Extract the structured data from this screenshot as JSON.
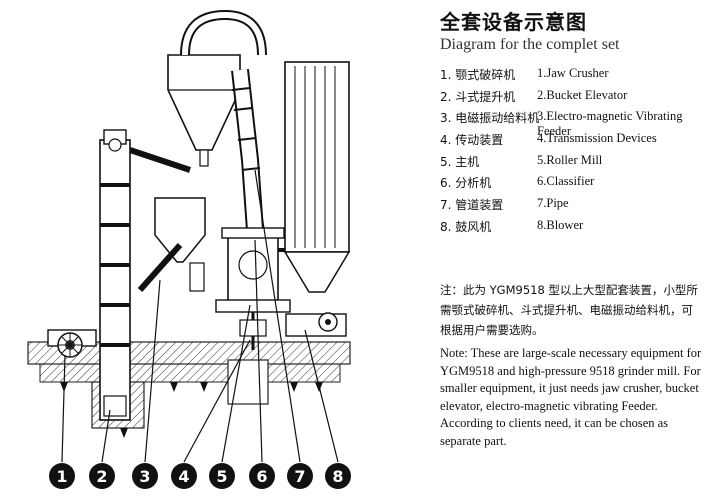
{
  "heading": {
    "title_cn": "全套设备示意图",
    "title_en": "Diagram for the complet set"
  },
  "parts": [
    {
      "cn": "1. 颚式破碎机",
      "en": "1.Jaw Crusher"
    },
    {
      "cn": "2. 斗式提升机",
      "en": "2.Bucket Elevator"
    },
    {
      "cn": "3. 电磁振动给料机",
      "en": "3.Electro-magnetic Vibrating Feeder"
    },
    {
      "cn": "4. 传动装置",
      "en": "4.Transmission Devices"
    },
    {
      "cn": "5. 主机",
      "en": "5.Roller Mill"
    },
    {
      "cn": "6. 分析机",
      "en": "6.Classifier"
    },
    {
      "cn": "7. 管道装置",
      "en": "7.Pipe"
    },
    {
      "cn": "8. 鼓风机",
      "en": "8.Blower"
    }
  ],
  "callouts": [
    "1",
    "2",
    "3",
    "4",
    "5",
    "6",
    "7",
    "8"
  ],
  "note_cn": "注：此为 YGM9518 型以上大型配套装置，小型所需颚式破碎机、斗式提升机、电磁振动给料机，可根据用户需要选购。",
  "note_en": "Note: These are large-scale necessary equipment for YGM9518 and high-pressure 9518 grinder mill. For smaller equipment, it just needs jaw crusher, bucket elevator, electro-magnetic vibrating Feeder. According to clients need, it can be chosen as separate part."
}
